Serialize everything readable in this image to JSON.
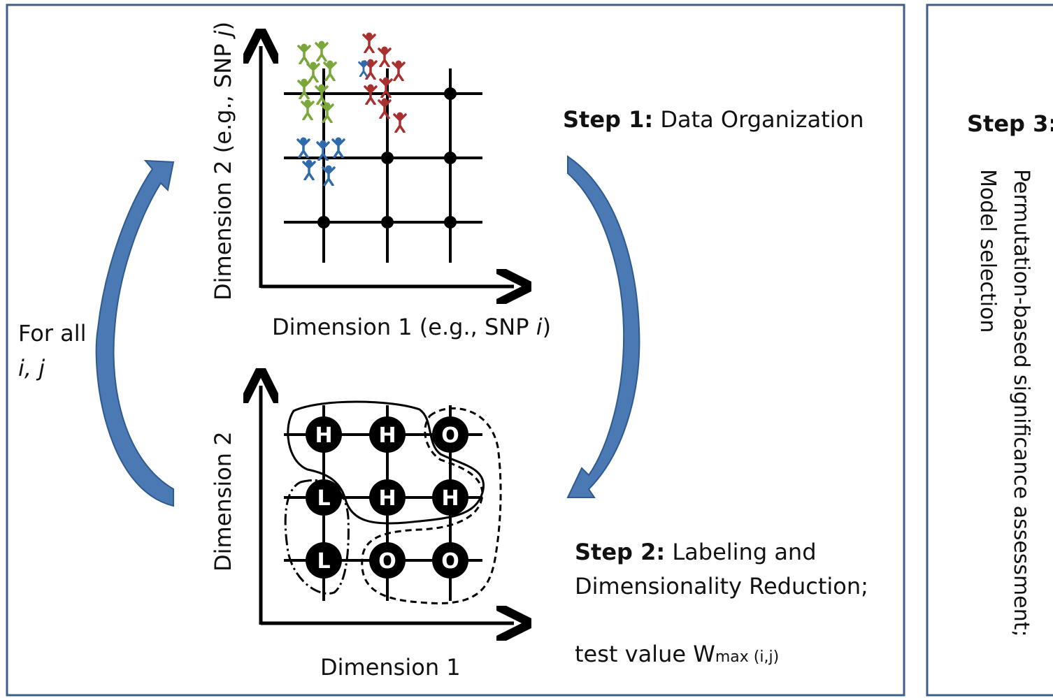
{
  "colors": {
    "panel_border": "#3d5f89",
    "arrow_fill": "#4a79b4",
    "arrow_stroke": "#2f5a8f",
    "grid": "#000000",
    "people_green": "#7aa63a",
    "people_red": "#a8302e",
    "people_blue": "#2f6aab"
  },
  "top_plot": {
    "y_axis_prefix": "Dimension 2 (e.g., SNP ",
    "y_axis_var": "j",
    "y_axis_suffix": ")",
    "x_axis_prefix": "Dimension 1 (e.g., SNP ",
    "x_axis_var": "i",
    "x_axis_suffix": ")",
    "people_icon": "people-cluster-icon"
  },
  "bottom_plot": {
    "y_axis": "Dimension 2",
    "x_axis": "Dimension 1",
    "nodes": [
      [
        "H",
        "H",
        "O"
      ],
      [
        "L",
        "H",
        "H"
      ],
      [
        "L",
        "O",
        "O"
      ]
    ]
  },
  "loop": {
    "line1": "For all",
    "line2": "i, j"
  },
  "step1": {
    "label": "Step 1:",
    "text": "Data Organization"
  },
  "step2": {
    "label": "Step 2:",
    "text_line1": "Labeling and",
    "text_line2": "Dimensionality Reduction;",
    "test_prefix": "test value W",
    "test_sub": "max (i,j)"
  },
  "step3": {
    "label": "Step 3:",
    "line1": "Permutation-based significance assessment;",
    "line2": "Model selection"
  }
}
